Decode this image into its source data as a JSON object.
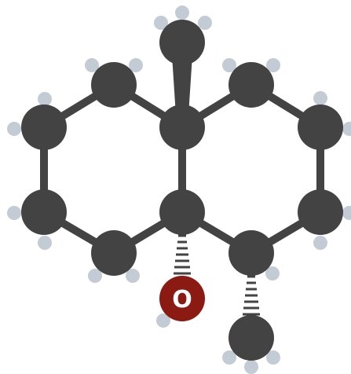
{
  "colors": {
    "carbon": "#434343",
    "hydrogen": "#c3ccd4",
    "oxygen": "#8b1a13",
    "bond": "#434343",
    "background": "#ffffff",
    "oxygen_label": "#ffffff"
  },
  "molecule": {
    "oxygen_label": "O",
    "atoms": [
      {
        "name": "carbon-atom-c1",
        "element": "C"
      },
      {
        "name": "carbon-atom-c2",
        "element": "C"
      },
      {
        "name": "carbon-atom-c3",
        "element": "C"
      },
      {
        "name": "carbon-atom-c4",
        "element": "C"
      },
      {
        "name": "carbon-atom-c4a",
        "element": "C"
      },
      {
        "name": "carbon-atom-c5",
        "element": "C"
      },
      {
        "name": "carbon-atom-c6",
        "element": "C"
      },
      {
        "name": "carbon-atom-c7",
        "element": "C"
      },
      {
        "name": "carbon-atom-c8",
        "element": "C"
      },
      {
        "name": "carbon-atom-c8a",
        "element": "C"
      },
      {
        "name": "carbon-atom-methyl-top",
        "element": "C"
      },
      {
        "name": "carbon-atom-methyl-bottom",
        "element": "C"
      },
      {
        "name": "oxygen-atom",
        "element": "O"
      }
    ]
  }
}
